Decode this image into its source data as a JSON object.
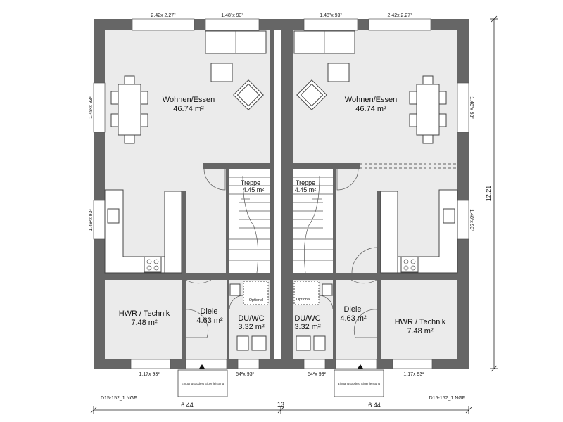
{
  "rooms": {
    "living_left": {
      "name": "Wohnen/Essen",
      "area": "46.74 m²"
    },
    "living_right": {
      "name": "Wohnen/Essen",
      "area": "46.74 m²"
    },
    "stair_left": {
      "name": "Treppe",
      "area": "4.45 m²"
    },
    "stair_right": {
      "name": "Treppe",
      "area": "4.45 m²"
    },
    "hwr_left": {
      "name": "HWR / Technik",
      "area": "7.48 m²"
    },
    "hwr_right": {
      "name": "HWR / Technik",
      "area": "7.48 m²"
    },
    "hall_left": {
      "name": "Diele",
      "area": "4.63 m²"
    },
    "hall_right": {
      "name": "Diele",
      "area": "4.63 m²"
    },
    "wc_left": {
      "name": "DU/WC",
      "area": "3.32 m²"
    },
    "wc_right": {
      "name": "DU/WC",
      "area": "3.32 m²"
    }
  },
  "labels": {
    "optional_left": "Optional",
    "optional_right": "Optional",
    "entrance_left": "Eingangspodest Eigenleistung",
    "entrance_right": "Eingangspodest Eigenleistung",
    "plan_id_left": "D15-152_1 NGF",
    "plan_id_right": "D15-152_1 NGF"
  },
  "windows": {
    "top_1": "2.42x 2.27²",
    "top_2": "1.48²x 93²",
    "top_3": "1.48²x 93²",
    "top_4": "2.42x 2.27²",
    "left_1": "1.48²x 93²",
    "left_2": "1.48²x 93²",
    "right_1": "1.48²x 93²",
    "right_2": "1.48²x 93²",
    "bottom_1": "1.17x 93²",
    "bottom_2": "54²x 93²",
    "bottom_3": "54²x 93²",
    "bottom_4": "1.17x 93²"
  },
  "dimensions": {
    "left_width": "6.44",
    "total_width": "13",
    "right_width": "6.44",
    "depth": "12.21"
  }
}
